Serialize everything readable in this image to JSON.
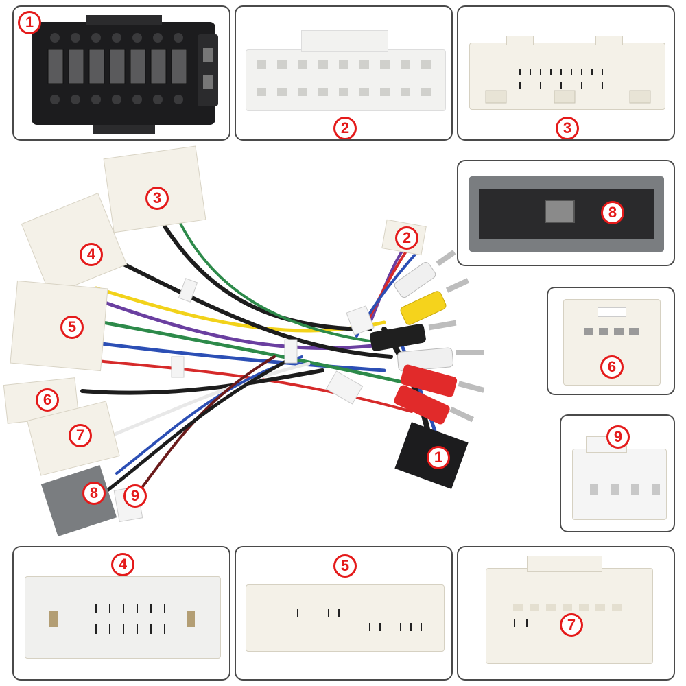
{
  "labels": {
    "one": "1",
    "two": "2",
    "three": "3",
    "four": "4",
    "five": "5",
    "six": "6",
    "seven": "7",
    "eight": "8",
    "nine": "9"
  },
  "colors": {
    "badge_red": "#e41a1a",
    "panel_border": "#4a4a4a",
    "connector_white": "#f4f1e8",
    "connector_black": "#1c1c1e",
    "connector_grey": "#7a7d80"
  },
  "icons": {
    "connector_1": "black-16-pin-iso-connector-icon",
    "connector_2": "white-20-pin-connector-icon",
    "connector_8": "grey-connector-icon",
    "rca": "rca-plug-icon"
  }
}
